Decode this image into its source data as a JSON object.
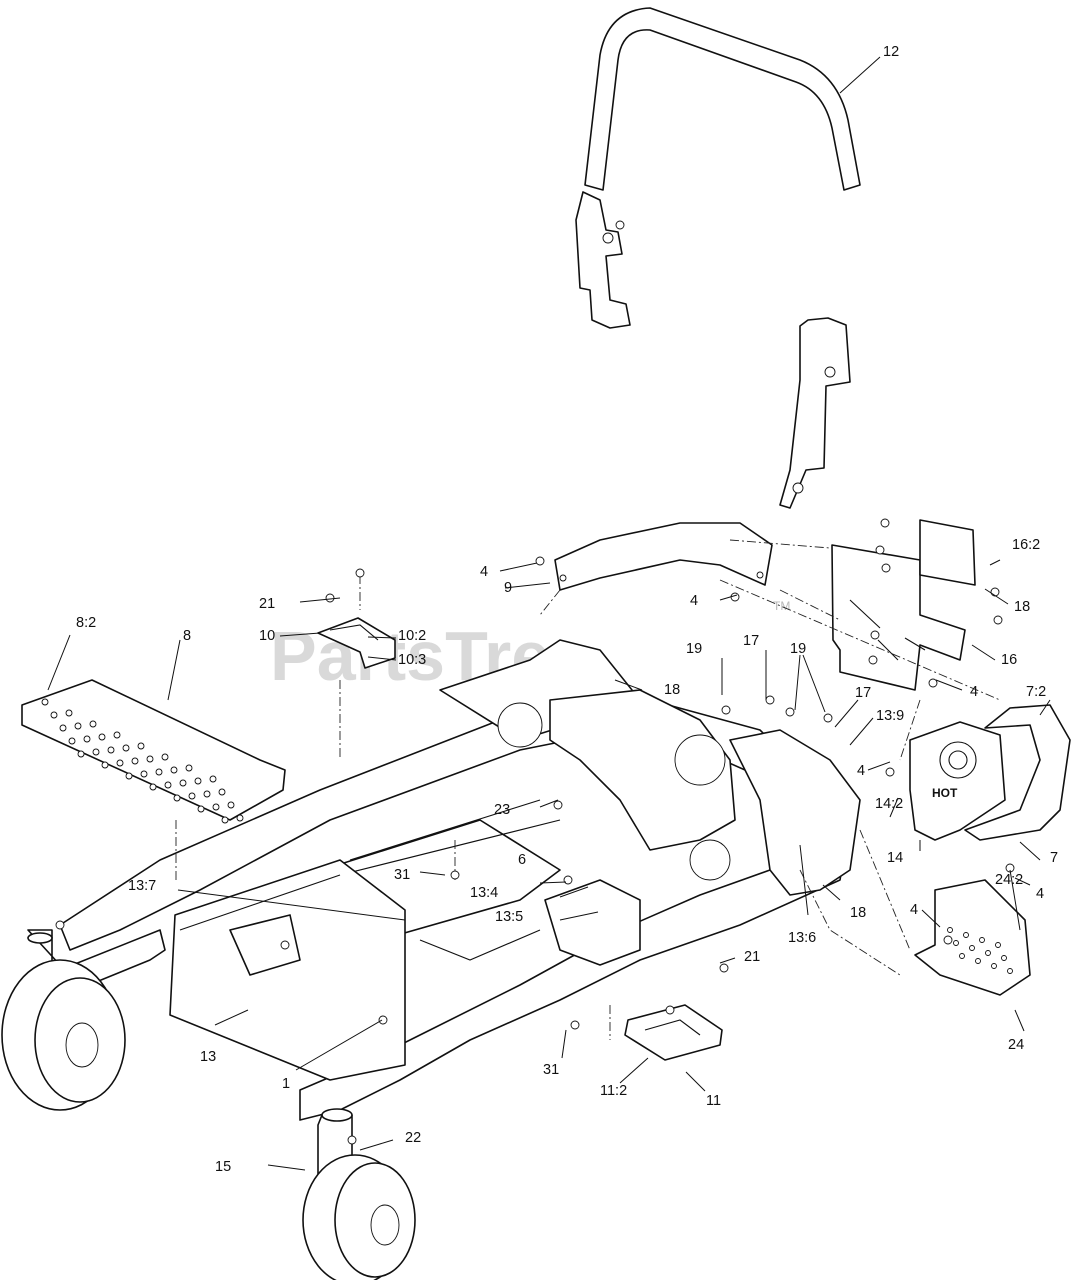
{
  "watermark": {
    "text": "PartsTree",
    "trademark": "TM"
  },
  "heat_shield_stamp": "HOT",
  "callouts": {
    "c12": "12",
    "c16_2": "16:2",
    "c18_a": "18",
    "c16": "16",
    "c4_a": "4",
    "c7_2": "7:2",
    "c4_b": "4",
    "c9": "9",
    "c4_c": "4",
    "c21_a": "21",
    "c10": "10",
    "c10_2": "10:2",
    "c10_3": "10:3",
    "c8_2": "8:2",
    "c8": "8",
    "c18_b": "18",
    "c19_a": "19",
    "c17_a": "17",
    "c19_b": "19",
    "c17_b": "17",
    "c13_9": "13:9",
    "c4_d": "4",
    "c14_2": "14:2",
    "c14": "14",
    "c7": "7",
    "c4_e": "4",
    "c23": "23",
    "c6": "6",
    "c31_a": "31",
    "c13_4": "13:4",
    "c13_5": "13:5",
    "c13_6": "13:6",
    "c18_c": "18",
    "c24_2": "24:2",
    "c4_f": "4",
    "c24": "24",
    "c13_7": "13:7",
    "c21_b": "21",
    "c13": "13",
    "c1": "1",
    "c31_b": "31",
    "c11_2": "11:2",
    "c11": "11",
    "c22": "22",
    "c15": "15"
  }
}
